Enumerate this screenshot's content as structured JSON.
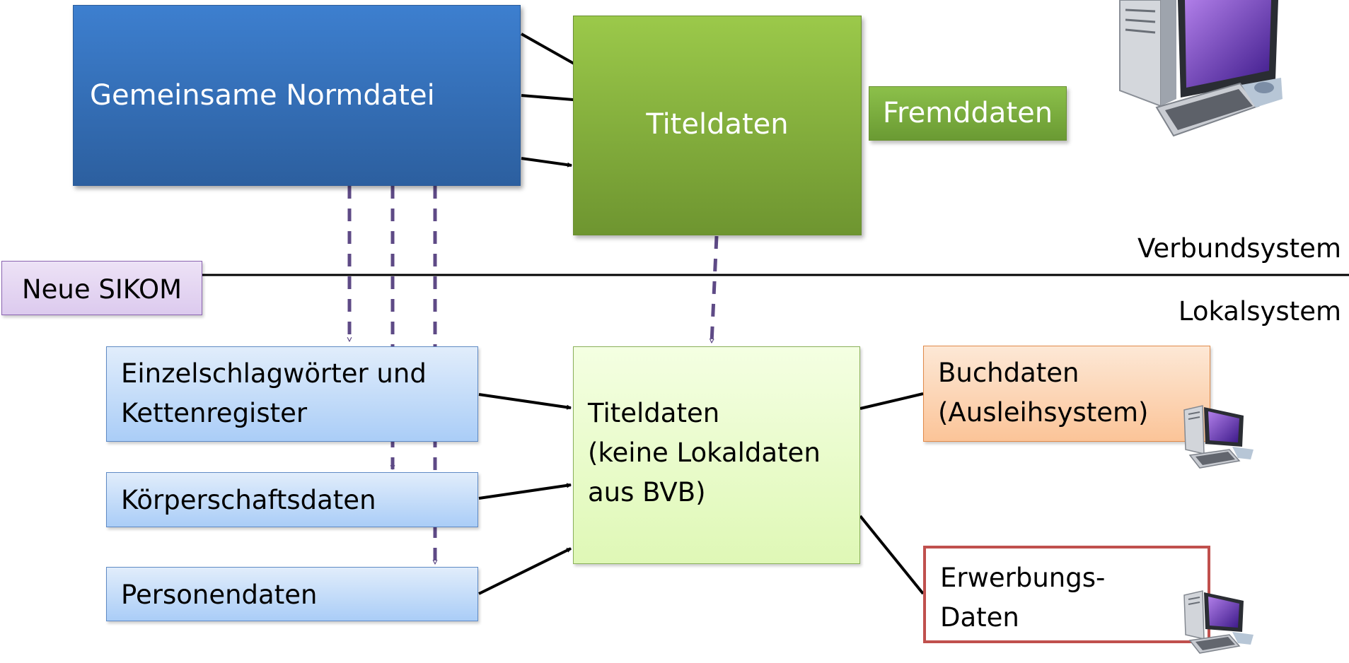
{
  "top_boxes": {
    "normdatei": "Gemeinsame Normdatei",
    "titeldaten": "Titeldaten",
    "fremddaten": "Fremddaten"
  },
  "layers": {
    "upper": "Verbundsystem",
    "lower": "Lokalsystem",
    "side_label": "Neue SIKOM"
  },
  "local_boxes": {
    "schlagwoerter_line1": "Einzelschlagwörter und",
    "schlagwoerter_line2": "Kettenregister",
    "koerperschaften": "Körperschaftsdaten",
    "personen": "Personendaten",
    "titel_line1": "Titeldaten",
    "titel_line2": "(keine Lokaldaten",
    "titel_line3": "aus BVB)",
    "buch_line1": "Buchdaten",
    "buch_line2": "(Ausleihsystem)",
    "erwerbung_line1": "Erwerbungs-",
    "erwerbung_line2": "Daten"
  },
  "colors": {
    "normdatei": "#3a78c8",
    "titeldaten_top": "#8ab840",
    "fremddaten": "#7cb03e",
    "sikom": "#e4d6f2",
    "local_blue": "#c5dcf8",
    "titeldaten_local": "#e8fbc8",
    "buchdaten": "#fcd0ac",
    "erwerbung_border": "#c0504d",
    "dashed_arrow": "#5e4a86"
  },
  "icons": [
    "desktop-computer-icon",
    "desktop-computer-icon",
    "desktop-computer-icon"
  ]
}
